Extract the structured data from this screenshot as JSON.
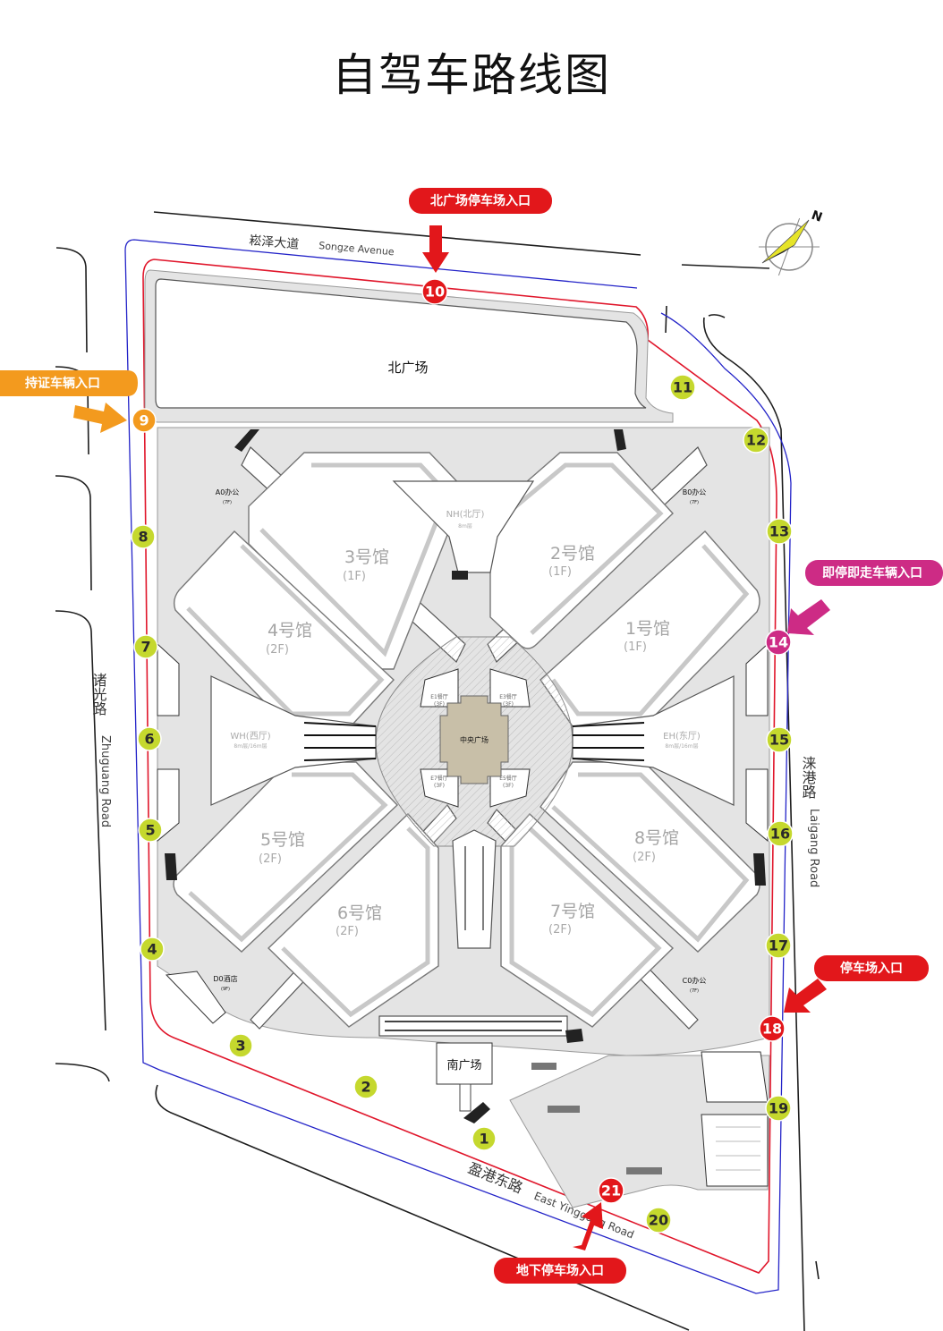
{
  "title": "自驾车路线图",
  "roads": {
    "north": {
      "zh": "崧泽大道",
      "en": "Songze Avenue"
    },
    "west": {
      "zh": "诸光路",
      "en": "Zhuguang Road"
    },
    "east": {
      "zh": "涞港路",
      "en": "Laigang Road"
    },
    "south": {
      "zh": "盈港东路",
      "en": "East Yinggang Road"
    }
  },
  "areas": {
    "north_plaza": "北广场",
    "south_plaza": "南广场",
    "center_plaza": "中央广场",
    "north_hall": "NH(北厅)",
    "north_hall_sub": "8m层",
    "west_hall": "WH(西厅)",
    "west_hall_sub": "8m层/16m层",
    "east_hall": "EH(东厅)",
    "east_hall_sub": "8m层/16m层",
    "office_a0": "A0办公",
    "office_a0_sub": "(7F)",
    "office_b0": "B0办公",
    "office_b0_sub": "(7F)",
    "office_c0": "C0办公",
    "office_c0_sub": "(7F)",
    "hotel_d0": "D0酒店",
    "hotel_d0_sub": "(9F)",
    "mini_halls": [
      "E1餐厅",
      "E3餐厅",
      "E5餐厅",
      "E7餐厅"
    ],
    "mini_halls_floor": "(3F)"
  },
  "halls": [
    {
      "name": "1号馆",
      "floor": "(1F)"
    },
    {
      "name": "2号馆",
      "floor": "(1F)"
    },
    {
      "name": "3号馆",
      "floor": "(1F)"
    },
    {
      "name": "4号馆",
      "floor": "(2F)"
    },
    {
      "name": "5号馆",
      "floor": "(2F)"
    },
    {
      "name": "6号馆",
      "floor": "(2F)"
    },
    {
      "name": "7号馆",
      "floor": "(2F)"
    },
    {
      "name": "8号馆",
      "floor": "(2F)"
    }
  ],
  "gates": [
    "1",
    "2",
    "3",
    "4",
    "5",
    "6",
    "7",
    "8",
    "9",
    "10",
    "11",
    "12",
    "13",
    "14",
    "15",
    "16",
    "17",
    "18",
    "19",
    "20",
    "21"
  ],
  "gate_colors": {
    "green": "#c5d82e",
    "red": "#e2171b",
    "orange": "#f39a1e",
    "magenta": "#cd2b85"
  },
  "callouts": {
    "north_parking": "北广场停车场入口",
    "credential_vehicle": "持证车辆入口",
    "drop_off": "即停即走车辆入口",
    "parking": "停车场入口",
    "underground_parking": "地下停车场入口"
  },
  "compass": {
    "label": "N"
  }
}
